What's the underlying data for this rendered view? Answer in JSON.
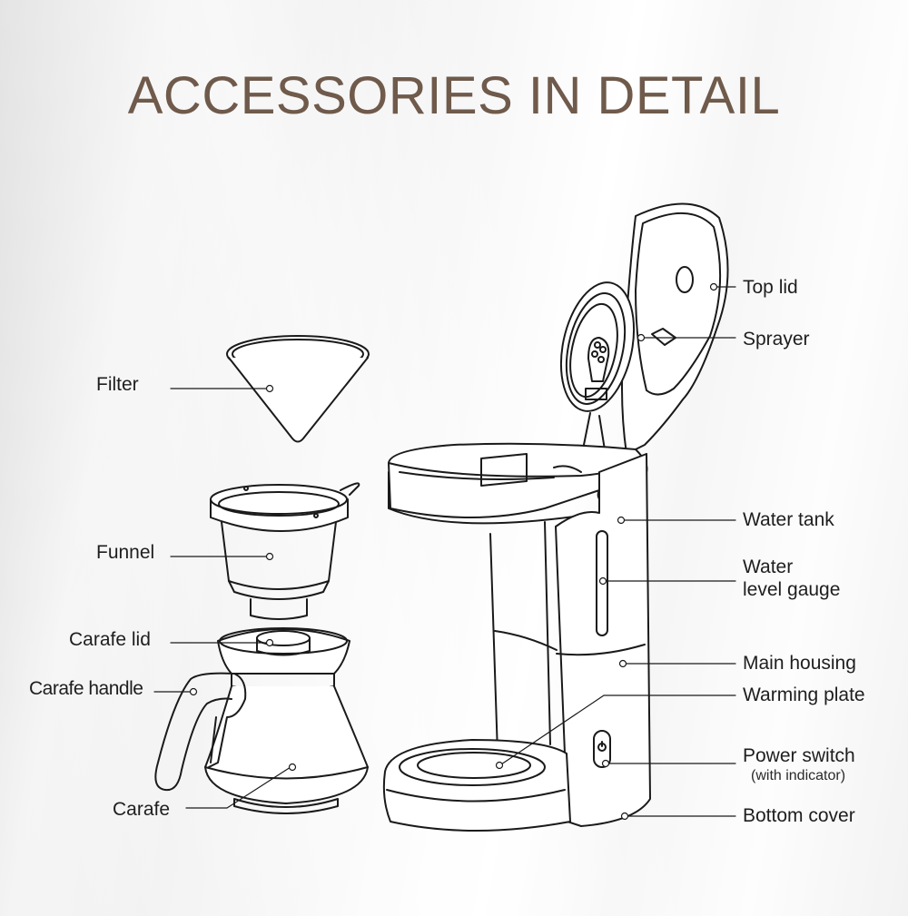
{
  "title": "ACCESSORIES IN DETAIL",
  "colors": {
    "title": "#6f5a4b",
    "label_text": "#1e1e1e",
    "line": "#1a1a1a",
    "background": "#f4f4f4"
  },
  "left_labels": {
    "filter": "Filter",
    "funnel": "Funnel",
    "carafe_lid": "Carafe lid",
    "carafe_handle": "Carafe handle",
    "carafe": "Carafe"
  },
  "right_labels": {
    "top_lid": "Top lid",
    "sprayer": "Sprayer",
    "water_tank": "Water tank",
    "water_level_gauge_line1": "Water",
    "water_level_gauge_line2": "level gauge",
    "main_housing": "Main housing",
    "warming_plate": "Warming plate",
    "power_switch": "Power switch",
    "power_switch_note": "(with indicator)",
    "bottom_cover": "Bottom cover"
  }
}
